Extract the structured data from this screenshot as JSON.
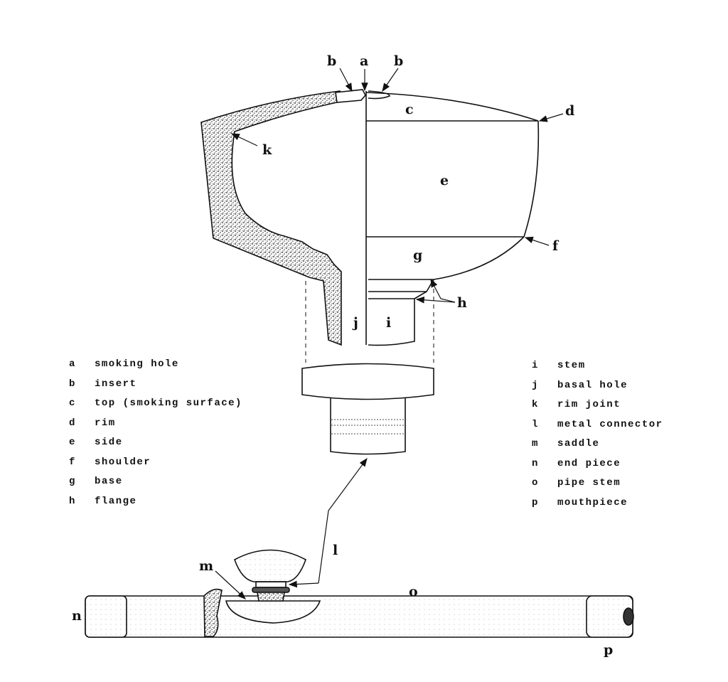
{
  "callouts": {
    "a": "a",
    "b": "b",
    "c": "c",
    "d": "d",
    "e": "e",
    "f": "f",
    "g": "g",
    "h": "h",
    "i": "i",
    "j": "j",
    "k": "k",
    "l": "l",
    "m": "m",
    "n": "n",
    "o": "o",
    "p": "p"
  },
  "legend_left": [
    {
      "key": "a",
      "label": "smoking hole"
    },
    {
      "key": "b",
      "label": "insert"
    },
    {
      "key": "c",
      "label": "top (smoking surface)"
    },
    {
      "key": "d",
      "label": "rim"
    },
    {
      "key": "e",
      "label": "side"
    },
    {
      "key": "f",
      "label": "shoulder"
    },
    {
      "key": "g",
      "label": "base"
    },
    {
      "key": "h",
      "label": "flange"
    }
  ],
  "legend_right": [
    {
      "key": "i",
      "label": "stem"
    },
    {
      "key": "j",
      "label": "basal hole"
    },
    {
      "key": "k",
      "label": "rim joint"
    },
    {
      "key": "l",
      "label": "metal connector"
    },
    {
      "key": "m",
      "label": "saddle"
    },
    {
      "key": "n",
      "label": "end piece"
    },
    {
      "key": "o",
      "label": "pipe stem"
    },
    {
      "key": "p",
      "label": "mouthpiece"
    }
  ]
}
